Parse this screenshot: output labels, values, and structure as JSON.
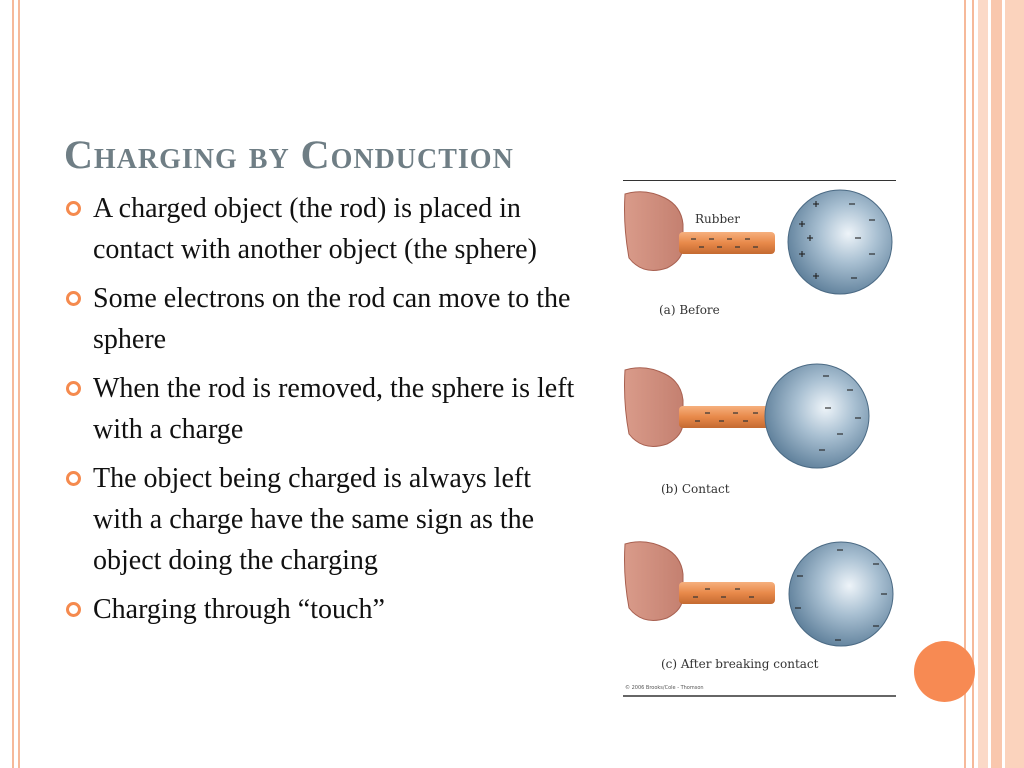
{
  "slide": {
    "title": "Charging by Conduction",
    "bullets": [
      "A charged object (the rod) is placed in contact with another object (the sphere)",
      "Some electrons on the rod can move to the sphere",
      "When the rod is removed, the sphere is left with a charge",
      "The object being charged is always left with a charge have the same sign as the object doing the charging",
      "Charging through “touch”"
    ]
  },
  "figure": {
    "rod_label": "Rubber",
    "captions": [
      "(a) Before",
      "(b) Contact",
      "(c) After breaking contact"
    ],
    "credit": "© 2006 Brooks/Cole - Thomson"
  },
  "colors": {
    "accent": "#f58a4e",
    "title": "#6f7e85",
    "frame": "#f6b99a",
    "rod": "#e8894a",
    "sphere": "#7f9fb8"
  }
}
